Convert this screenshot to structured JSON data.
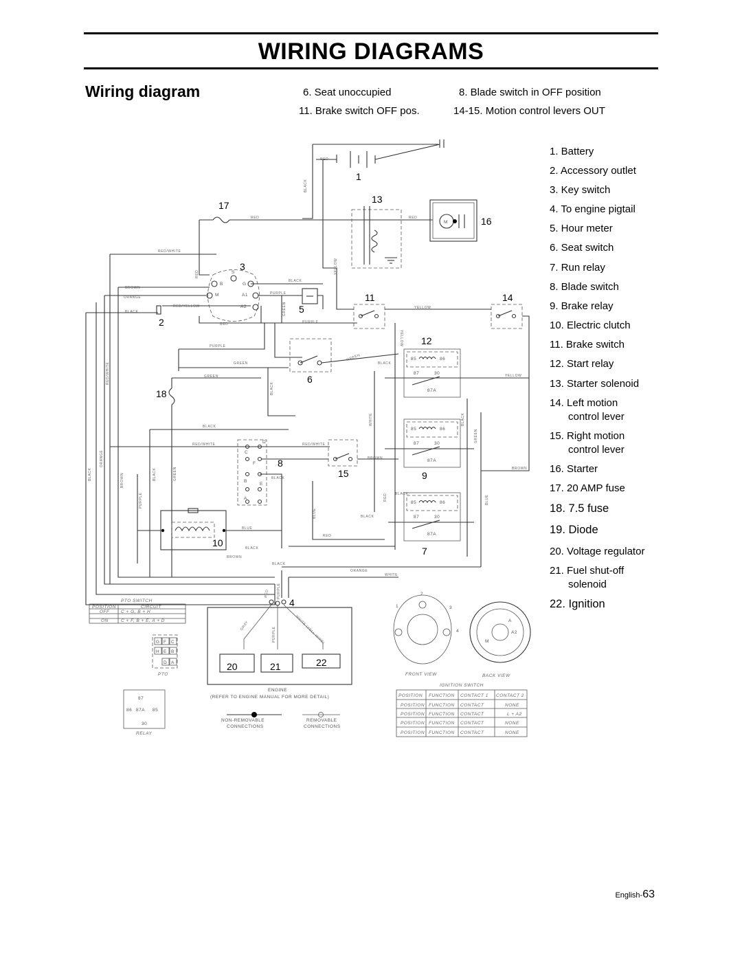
{
  "header": {
    "title": "WIRING DIAGRAMS"
  },
  "section": {
    "title": "Wiring diagram"
  },
  "conditions": [
    "6. Seat unoccupied",
    "8. Blade switch in OFF position",
    "11. Brake switch OFF pos.",
    "14-15. Motion control levers OUT"
  ],
  "legend": [
    "1. Battery",
    "2. Accessory outlet",
    "3. Key switch",
    "4. To engine pigtail",
    "5. Hour meter",
    "6. Seat switch",
    "7. Run relay",
    "8. Blade switch",
    "9. Brake relay",
    "10. Electric clutch",
    "11. Brake switch",
    "12. Start relay",
    "13. Starter solenoid",
    "14. Left motion",
    "control lever",
    "15. Right motion",
    "control lever",
    "16. Starter",
    "17. 20 AMP fuse",
    "18. 7.5 fuse",
    "19. Diode",
    "20. Voltage regulator",
    "21. Fuel shut-off",
    "solenoid",
    "22. Ignition"
  ],
  "callouts": [
    "1",
    "13",
    "17",
    "16",
    "3",
    "11",
    "14",
    "5",
    "2",
    "12",
    "6",
    "18",
    "8",
    "15",
    "9",
    "10",
    "7",
    "4",
    "20",
    "21",
    "22"
  ],
  "wire_labels": {
    "red": "RED",
    "black": "BLACK",
    "red_white": "RED/WHITE",
    "brown": "BROWN",
    "orange": "ORANGE",
    "red_yellow": "RED/YELLOW",
    "purple": "PURPLE",
    "green": "GREEN",
    "yellow": "YELLOW",
    "white": "WHITE",
    "blue": "BLUE",
    "gray": "GRAY",
    "white_yell_wire": "WHITE (YELL WIRE)"
  },
  "relay_terms": [
    "85",
    "86",
    "87",
    "30",
    "87A"
  ],
  "key_terms": [
    "B",
    "S",
    "M",
    "G",
    "A1",
    "A2"
  ],
  "blade_terms": [
    "C",
    "D",
    "F",
    "B",
    "E",
    "A"
  ],
  "pto_table": {
    "title": "PTO SWITCH",
    "headers": [
      "POSITION",
      "CIRCUIT"
    ],
    "rows": [
      [
        "OFF",
        "C + G, B + H"
      ],
      [
        "ON",
        "C + F, B + E, A + D"
      ]
    ],
    "caption": "PTO",
    "pins": [
      "G",
      "F",
      "C",
      "H",
      "E",
      "B",
      "D",
      "A"
    ]
  },
  "relay_diagram": {
    "caption": "RELAY",
    "pins": [
      "87",
      "86",
      "87A",
      "85",
      "30"
    ]
  },
  "engine_box": {
    "label": "ENGINE",
    "note": "(REFER TO ENGINE MANUAL FOR MORE DETAIL)",
    "non_removable": "NON-REMOVABLE CONNECTIONS",
    "removable": "REMOVABLE CONNECTIONS"
  },
  "ignition_views": {
    "front": "FRONT VIEW",
    "back": "BACK VIEW",
    "table_title": "IGNITION SWITCH",
    "terms_front": [
      "1",
      "2",
      "3",
      "4"
    ],
    "headers": [
      "POSITION",
      "FUNCTION",
      "CONTACT 1",
      "CONTACT 2"
    ],
    "rows": [
      [
        "POSITION",
        "FUNCTION",
        "CONTACT",
        "NONE"
      ],
      [
        "POSITION",
        "FUNCTION",
        "CONTACT",
        "L + A2"
      ],
      [
        "POSITION",
        "FUNCTION",
        "CONTACT",
        "NONE"
      ],
      [
        "POSITION",
        "FUNCTION",
        "CONTACT",
        "NONE"
      ]
    ]
  },
  "footer": {
    "prefix": "English-",
    "page": "63"
  }
}
